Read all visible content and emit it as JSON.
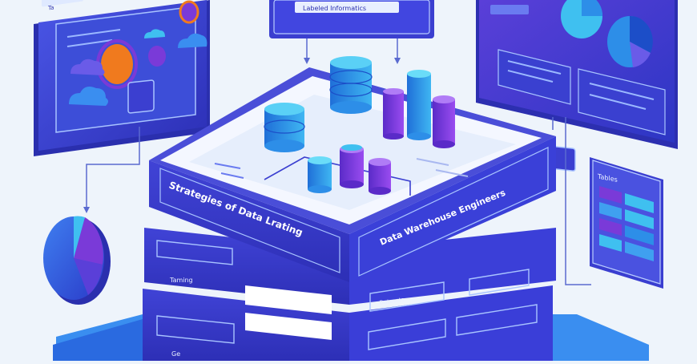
{
  "texts": {
    "top_panel_label": "Labeled Informatics",
    "left_panel_tab": "Ta",
    "right_panel_tab": "Tables",
    "front_left": "Strategies of Data Lrating",
    "front_right": "Data Warehouse Engineers",
    "layer_label_left": "Taming",
    "bottom_left_label": "Ge",
    "mid_small_tag": "Datasets"
  },
  "colors": {
    "background": "#eef4fb",
    "primary": "#3b3fd0",
    "primary_dark": "#2a2eb8",
    "blue": "#2d8ee8",
    "cyan": "#3fc0f0",
    "purple": "#7a3ad8",
    "orange": "#f07a1e"
  }
}
